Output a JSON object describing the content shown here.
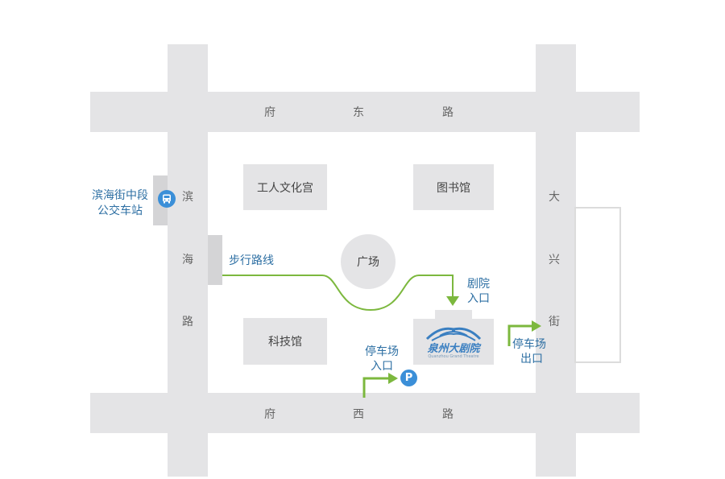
{
  "roads": {
    "top": [
      "府",
      "东",
      "路"
    ],
    "bottom": [
      "府",
      "西",
      "路"
    ],
    "left": [
      "滨",
      "海",
      "路"
    ],
    "right": [
      "大",
      "兴",
      "街"
    ]
  },
  "buildings": {
    "workers_palace": "工人文化宫",
    "library": "图书馆",
    "science_museum": "科技馆",
    "square": "广场"
  },
  "labels": {
    "bus_station_line1": "滨海街中段",
    "bus_station_line2": "公交车站",
    "walking_route": "步行路线",
    "theater_entry_line1": "剧院",
    "theater_entry_line2": "入口",
    "parking_entry_line1": "停车场",
    "parking_entry_line2": "入口",
    "parking_exit_line1": "停车场",
    "parking_exit_line2": "出口",
    "parking_symbol": "P"
  },
  "theater": {
    "name": "泉州大剧院",
    "subtitle": "Quanzhou Grand Theatre"
  },
  "colors": {
    "road": "#e4e4e6",
    "route_green": "#7cb83e",
    "label_blue": "#2d6fa3",
    "theater_blue": "#3a7fc1",
    "parking_blue": "#3b8fd8"
  },
  "icons": {
    "bus": "bus-stop-icon",
    "parking": "parking-icon"
  }
}
